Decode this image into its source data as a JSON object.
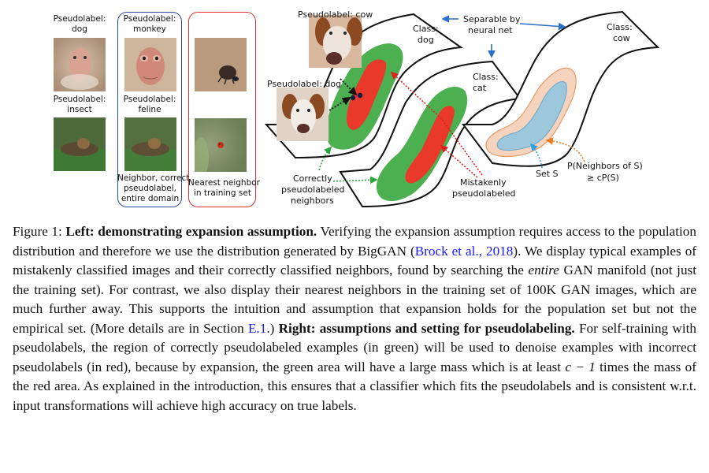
{
  "left_panel": {
    "col1": {
      "top_label": [
        "Pseudolabel:",
        "dog"
      ],
      "bottom_label": [
        "Pseudolabel:",
        "insect"
      ]
    },
    "col2": {
      "top_label": [
        "Pseudolabel:",
        "monkey"
      ],
      "bottom_label": [
        "Pseudolabel:",
        "feline"
      ],
      "caption": [
        "Neighbor, correct",
        "pseudolabel,",
        "entire domain"
      ],
      "border_color": "#2a4a9a"
    },
    "col3": {
      "caption": [
        "Nearest neighbor",
        "in training set"
      ],
      "border_color": "#e03030"
    },
    "images": {
      "monkey_1": "monkey face (mislabeled dog)",
      "monkey_2": "monkey face (neighbor)",
      "beetle": "dung beetle on sand",
      "lion_1": "lion cub on grass (mislabeled insect)",
      "lion_2": "lion cub on grass (neighbor)",
      "ladybug": "ladybug on green background"
    }
  },
  "right_panel": {
    "labels": {
      "pseudo_cow": "Pseudolabel: cow",
      "pseudo_dog": "Pseudolabel: dog",
      "class_dog": [
        "Class:",
        "dog"
      ],
      "class_cat": [
        "Class:",
        "cat"
      ],
      "class_cow": [
        "Class:",
        "cow"
      ],
      "separable": [
        "Separable by",
        "neural net"
      ],
      "correct": [
        "Correctly",
        "pseudolabeled",
        "neighbors"
      ],
      "mistaken": [
        "Mistakenly",
        "pseudolabeled"
      ],
      "set_s": "Set S",
      "p_neighbors": "P(Neighbors of S)",
      "p_bound": "≥ cP(S)"
    },
    "colors": {
      "green": "#4caf50",
      "red": "#e8392a",
      "orange_fill": "#f6d3bd",
      "orange_stroke": "#e59a6a",
      "blue_fill": "#9cc7dc",
      "arrow_blue": "#2a6fc9",
      "arrow_green": "#2aa53a",
      "arrow_red": "#e02020",
      "arrow_orange": "#e0802a",
      "arrow_lightblue": "#30a0e0"
    }
  },
  "caption": {
    "fig": "Figure 1:",
    "left_bold": "Left: demonstrating expansion assumption.",
    "t1": " Verifying the expansion assumption requires access to the population distribution and therefore we use the distribution generated by BigGAN (",
    "cite": "Brock et al., 2018",
    "t2": "). We display typical examples of mistakenly classified images and their correctly classified neighbors, found by searching the ",
    "italic": "entire",
    "t3": " GAN manifold (not just the training set). For contrast, we also display their nearest neighbors in the training set of 100K GAN images, which are much further away. This supports the intuition and assumption that expansion holds for the population set but not the empirical set. (More details are in Section ",
    "section": "E.1",
    "t4": ".) ",
    "right_bold": "Right: assumptions and setting for pseudolabeling.",
    "t5": " For self-training with pseudolabels, the region of correctly pseudolabeled examples (in green) will be used to denoise examples with incorrect pseudolabels (in red), because by expansion, the green area will have a large mass which is at least ",
    "math": "c − 1",
    "t6": " times the mass of the red area. As explained in the introduction, this ensures that a classifier which fits the pseudolabels and is consistent w.r.t. input transformations will achieve high accuracy on true labels."
  }
}
